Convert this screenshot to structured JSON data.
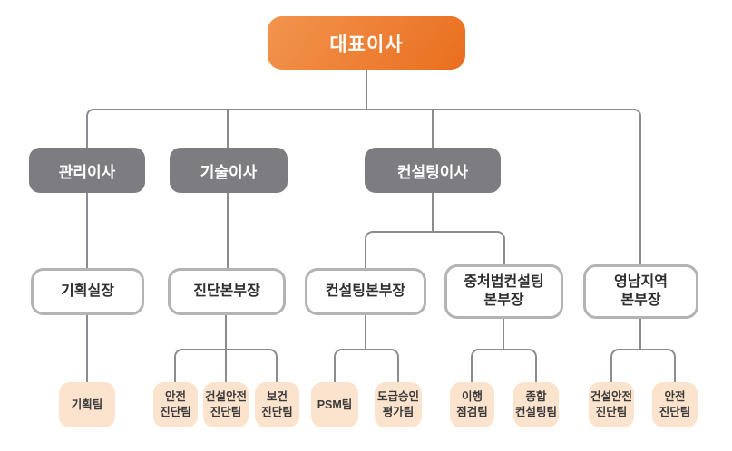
{
  "orgchart": {
    "root": {
      "label": "대표이사"
    },
    "directors": [
      {
        "label": "관리이사"
      },
      {
        "label": "기술이사"
      },
      {
        "label": "컨설팅이사"
      }
    ],
    "heads": [
      {
        "label": "기획실장"
      },
      {
        "label": "진단본부장"
      },
      {
        "label": "컨설팅본부장"
      },
      {
        "label": "중처법컨설팅\n본부장"
      },
      {
        "label": "영남지역\n본부장"
      }
    ],
    "teams": [
      {
        "label": "기획팀"
      },
      {
        "label": "안전\n진단팀"
      },
      {
        "label": "건설안전\n진단팀"
      },
      {
        "label": "보건\n진단팀"
      },
      {
        "label": "PSM팀"
      },
      {
        "label": "도급승인\n평가팀"
      },
      {
        "label": "이행\n점검팀"
      },
      {
        "label": "종합\n컨설팅팀"
      },
      {
        "label": "건설안전\n진단팀"
      },
      {
        "label": "안전\n진단팀"
      }
    ],
    "colors": {
      "root_gradient_start": "#f2944e",
      "root_gradient_end": "#ea6e1e",
      "director_fill": "#7d7d81",
      "head_border": "#b3b3b6",
      "team_fill": "#fbe3cd",
      "connector_line": "#8c8c90",
      "background": "#ffffff"
    }
  }
}
